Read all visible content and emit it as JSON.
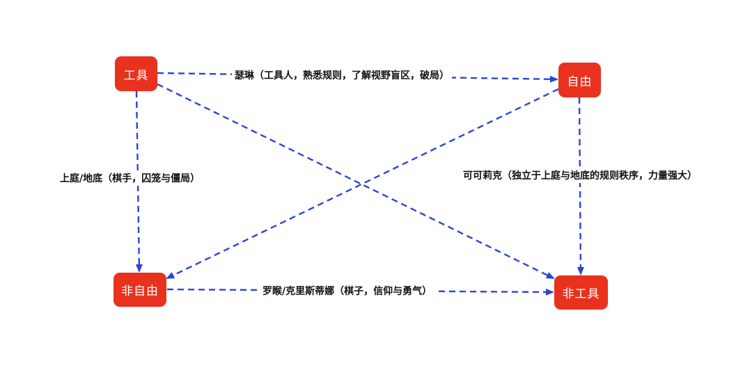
{
  "nodes": {
    "tool": "工具",
    "freedom": "自由",
    "non_freedom": "非自由",
    "non_tool": "非工具"
  },
  "edges": {
    "tool_to_freedom": "瑟琳（工具人，熟悉规则，了解视野盲区，破局）",
    "tool_to_non_freedom": "上庭/地底（棋手，囚笼与僵局）",
    "freedom_to_non_tool": "可可莉克（独立于上庭与地底的规则秩序，力量强大）",
    "non_freedom_to_non_tool": "罗睺/克里斯蒂娜（棋子，信仰与勇气）"
  },
  "colors": {
    "node_fill": "#e8321e",
    "arrow": "#2b44d8"
  }
}
